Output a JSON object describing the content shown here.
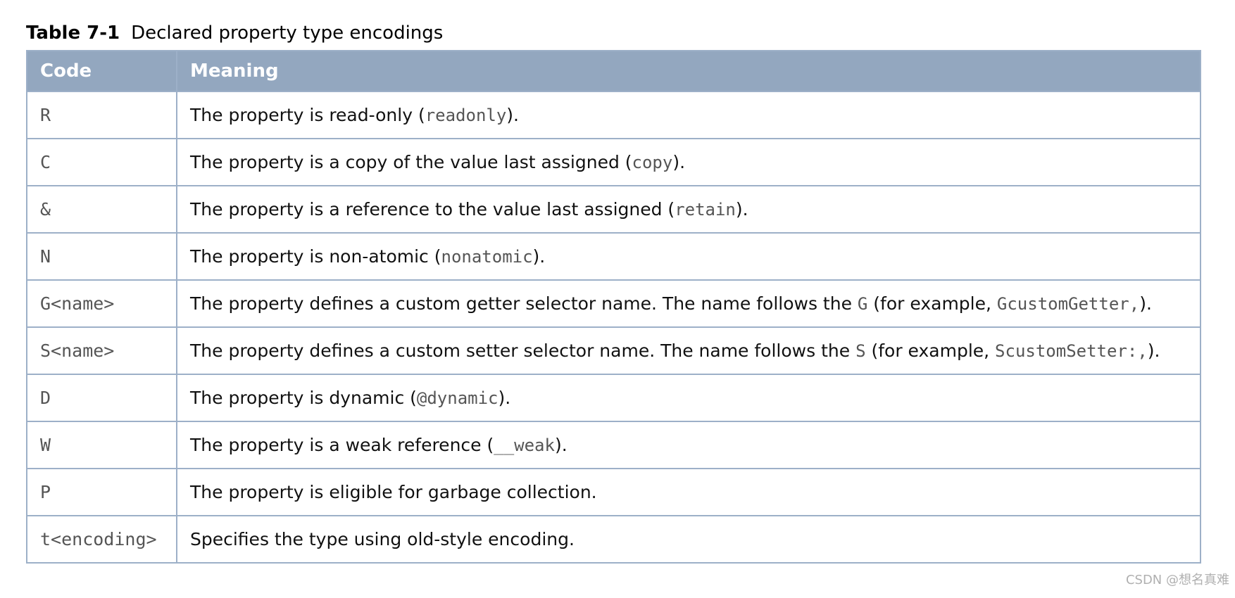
{
  "caption": {
    "label": "Table 7-1",
    "title": "Declared property type encodings"
  },
  "table": {
    "headers": [
      "Code",
      "Meaning"
    ],
    "rows": [
      {
        "code": "R",
        "meaning": [
          {
            "t": "The property is read-only ("
          },
          {
            "c": "readonly"
          },
          {
            "t": ")."
          }
        ]
      },
      {
        "code": "C",
        "meaning": [
          {
            "t": "The property is a copy of the value last assigned ("
          },
          {
            "c": "copy"
          },
          {
            "t": ")."
          }
        ]
      },
      {
        "code": "&",
        "meaning": [
          {
            "t": "The property is a reference to the value last assigned ("
          },
          {
            "c": "retain"
          },
          {
            "t": ")."
          }
        ]
      },
      {
        "code": "N",
        "meaning": [
          {
            "t": "The property is non-atomic ("
          },
          {
            "c": "nonatomic"
          },
          {
            "t": ")."
          }
        ]
      },
      {
        "code": "G<name>",
        "meaning": [
          {
            "t": "The property defines a custom getter selector name. The name follows the "
          },
          {
            "c": "G"
          },
          {
            "t": " (for example, "
          },
          {
            "c": "GcustomGetter,"
          },
          {
            "t": ")."
          }
        ]
      },
      {
        "code": "S<name>",
        "meaning": [
          {
            "t": "The property defines a custom setter selector name. The name follows the "
          },
          {
            "c": "S"
          },
          {
            "t": " (for example, "
          },
          {
            "c": "ScustomSetter:,"
          },
          {
            "t": ")."
          }
        ]
      },
      {
        "code": "D",
        "meaning": [
          {
            "t": "The property is dynamic ("
          },
          {
            "c": "@dynamic"
          },
          {
            "t": ")."
          }
        ]
      },
      {
        "code": "W",
        "meaning": [
          {
            "t": "The property is a weak reference ("
          },
          {
            "c": "__weak"
          },
          {
            "t": ")."
          }
        ]
      },
      {
        "code": "P",
        "meaning": [
          {
            "t": "The property is eligible for garbage collection."
          }
        ]
      },
      {
        "code": "t<encoding>",
        "meaning": [
          {
            "t": "Specifies the type using old-style encoding."
          }
        ]
      }
    ]
  },
  "watermark": "CSDN @想名真难"
}
